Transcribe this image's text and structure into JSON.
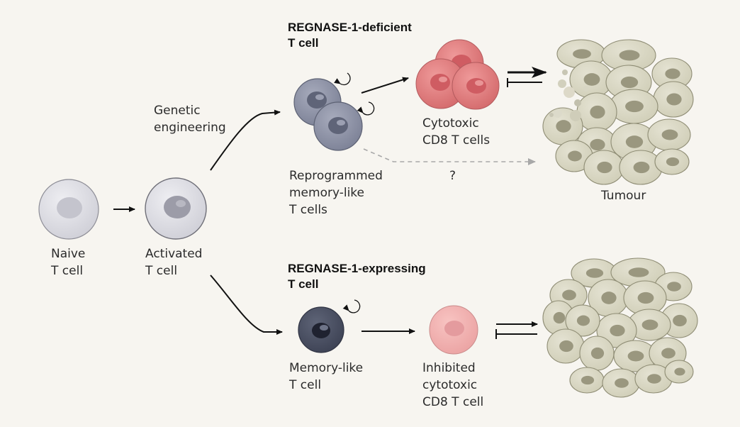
{
  "headers": {
    "deficient": "REGNASE-1-deficient\nT cell",
    "expressing": "REGNASE-1-expressing\nT cell"
  },
  "labels": {
    "naive": "Naive\nT cell",
    "activated": "Activated\nT cell",
    "genetic_engineering": "Genetic\nengineering",
    "reprogrammed": "Reprogrammed\nmemory-like\nT cells",
    "cytotoxic": "Cytotoxic\nCD8 T cells",
    "question": "?",
    "tumour": "Tumour",
    "memory_like": "Memory-like\nT cell",
    "inhibited": "Inhibited\ncytotoxic\nCD8 T cell"
  },
  "colors": {
    "background": "#f7f5f0",
    "naive_cell": "#dcdce2",
    "reprogrammed_cell": "#8e93a6",
    "memory_cell": "#4c5264",
    "cytotoxic_cell": "#e07c7c",
    "inhibited_cell": "#f0aaaa",
    "tumour_cell": "#d8d6c2",
    "tumour_nucleus": "#9a977f",
    "dashed_arrow": "#a8a8a8"
  }
}
